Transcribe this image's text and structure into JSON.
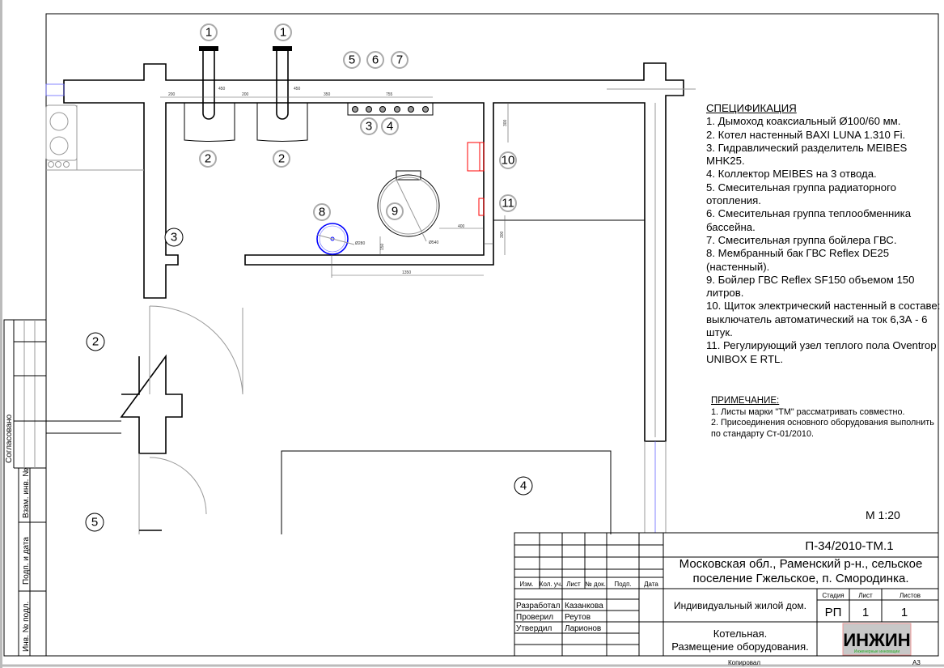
{
  "drawing": {
    "callouts": {
      "chimney_a": "1",
      "chimney_b": "1",
      "mix5": "5",
      "mix6": "6",
      "mix7": "7",
      "boiler_a": "2",
      "boiler_b": "2",
      "sep3": "3",
      "coll4": "4",
      "panel10": "10",
      "floor11": "11",
      "tank8": "8",
      "heater9": "9",
      "room3": "3",
      "room2": "2",
      "room5": "5",
      "room4": "4"
    },
    "dimensions": {
      "d200a": "200",
      "d450a": "450",
      "d200b": "200",
      "d450b": "450",
      "d350": "350",
      "d755": "755",
      "d300a": "300",
      "d300b": "300",
      "d400": "400",
      "d150": "150",
      "d1350": "1350",
      "dia280": "Ø280",
      "dia540": "Ø540"
    },
    "scale": "М 1:20"
  },
  "specification": {
    "title": "СПЕЦИФИКАЦИЯ",
    "items": [
      "1. Дымоход коаксиальный Ø100/60 мм.",
      "2. Котел настенный BAXI LUNA 1.310 Fi.",
      "3. Гидравлический разделитель MEIBES MHK25.",
      "4. Коллектор MEIBES на 3 отвода.",
      "5. Смесительная группа радиаторного отопления.",
      "6. Смесительная группа теплообменника бассейна.",
      "7. Смесительная группа бойлера ГВС.",
      "8. Мембранный бак ГВС Reflex DE25 (настенный).",
      "9. Бойлер ГВС Reflex SF150 объемом 150 литров.",
      "10. Щиток электрический настенный в составе: выключатель автоматический на ток 6,3А - 6 штук.",
      "11. Регулирующий узел теплого пола Oventrop UNIBOX E RTL."
    ]
  },
  "notes": {
    "title": "ПРИМЕЧАНИЕ:",
    "items": [
      "1. Листы марки \"ТМ\" рассматривать совместно.",
      "2. Присоединения основного оборудования выполнить по стандарту Ст-01/2010."
    ]
  },
  "side_stamp": {
    "agreed": "Согласовано",
    "replace_inv": "Взам. инв. №",
    "sign_date": "Подп. и дата",
    "inv_orig": "Инв. № подл."
  },
  "title_block": {
    "code": "П-34/2010-ТМ.1",
    "location_line1": "Московская обл., Раменский р-н., сельское",
    "location_line2": "поселение Гжельское, п. Смородинка.",
    "object": "Индивидуальный жилой дом.",
    "sheet_title_line1": "Котельная.",
    "sheet_title_line2": "Размещение оборудования.",
    "headers": [
      "Изм.",
      "Кол. уч.",
      "Лист",
      "№ док.",
      "Подп.",
      "Дата"
    ],
    "stage_label": "Стадия",
    "sheet_label": "Лист",
    "sheets_label": "Листов",
    "stage": "РП",
    "sheet": "1",
    "sheets": "1",
    "roles": [
      {
        "role": "Разработал",
        "name": "Казанкова"
      },
      {
        "role": "Проверил",
        "name": "Реутов"
      },
      {
        "role": "Утвердил",
        "name": "Ларионов"
      }
    ],
    "logo_text": "ИНЖИН",
    "logo_sub": "Инженерные инновации",
    "copied": "Копировал",
    "format": "А3"
  },
  "colors": {
    "equipment_red": "#ff0000",
    "tank_blue": "#0000ff",
    "logo_green": "#22aa22"
  }
}
